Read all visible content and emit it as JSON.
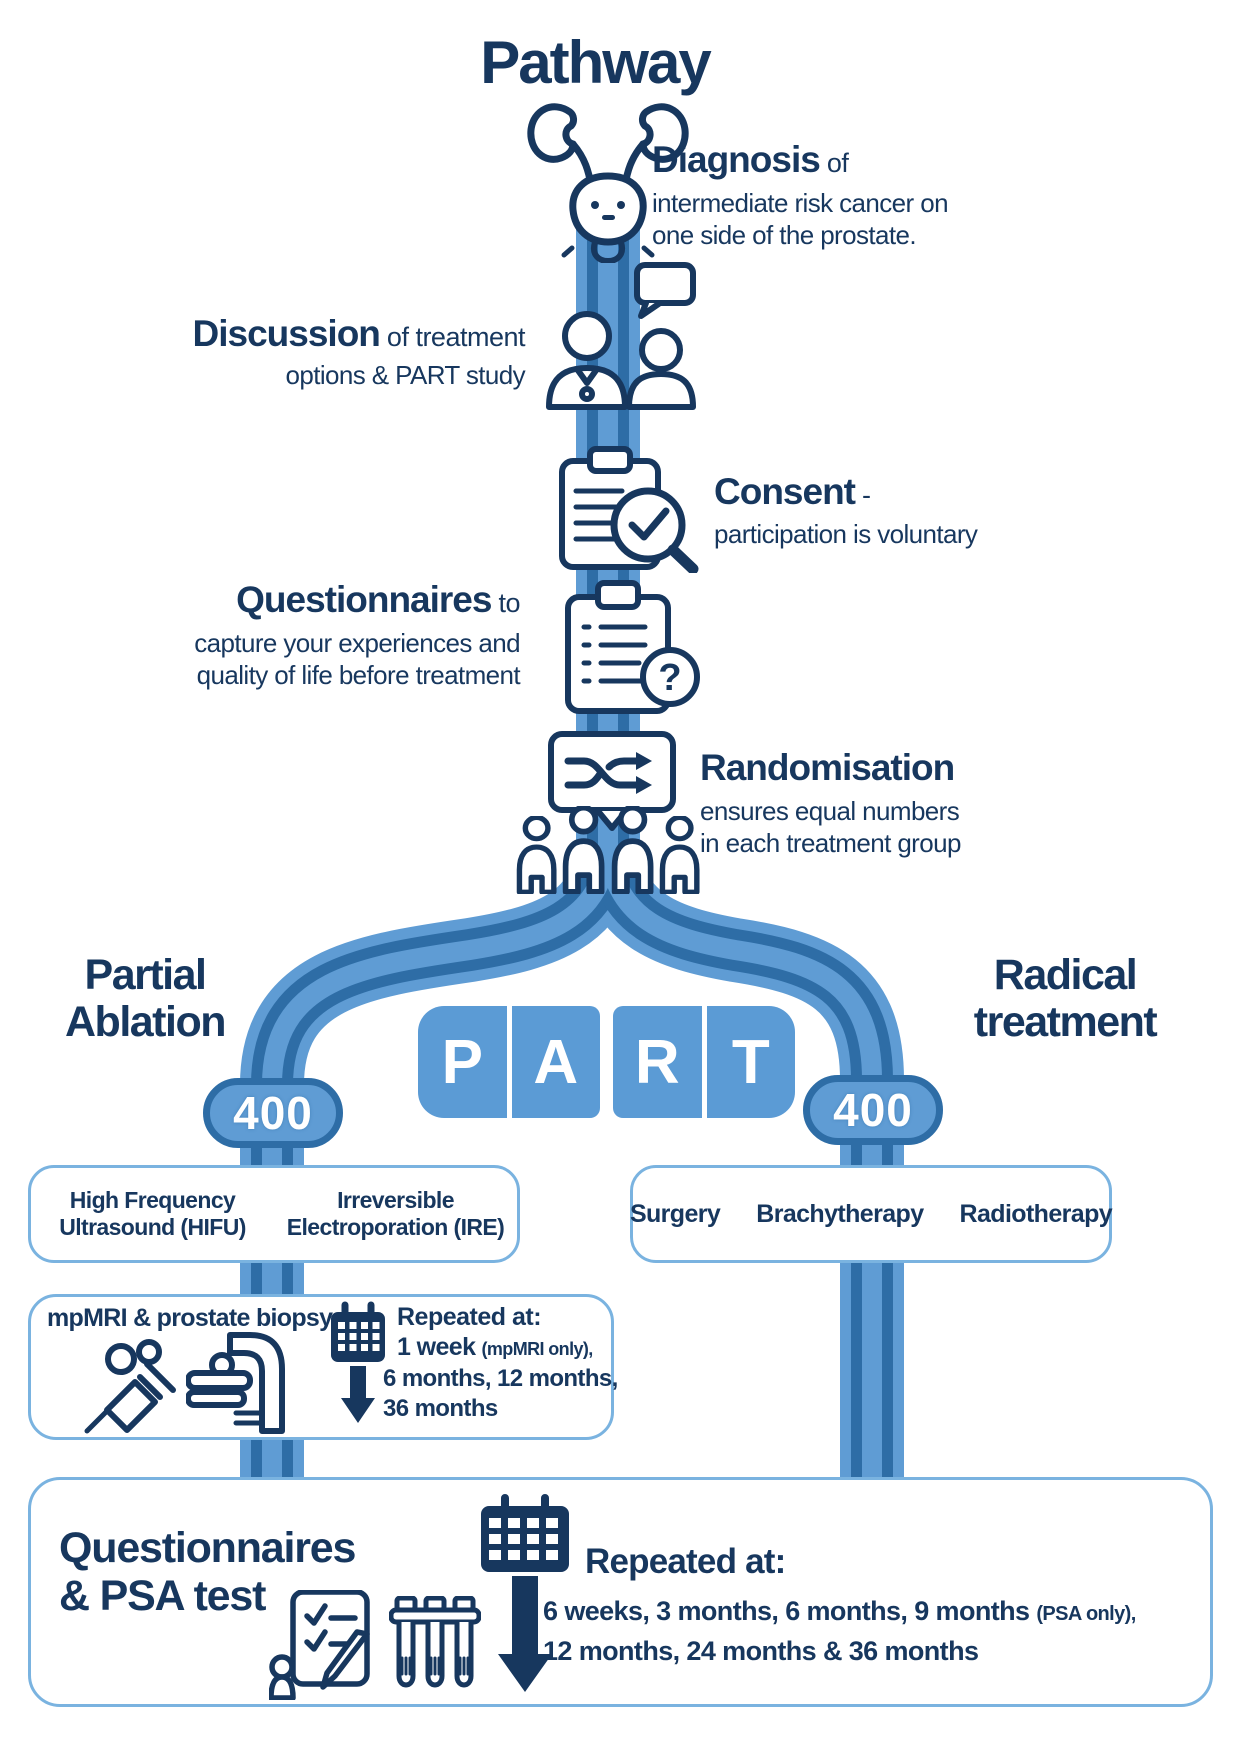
{
  "colors": {
    "navy": "#17375e",
    "river_light": "#5f9cd4",
    "river_dark": "#2e6da6",
    "logo_blue": "#5b9bd5",
    "box_border": "#7ab3e0"
  },
  "title": "Pathway",
  "steps": {
    "diagnosis": {
      "heading": "Diagnosis",
      "heading_suffix": " of",
      "line1": "intermediate risk cancer on",
      "line2": "one side of the prostate."
    },
    "discussion": {
      "heading": "Discussion",
      "heading_suffix": " of treatment",
      "line2": "options & PART study"
    },
    "consent": {
      "heading": "Consent",
      "heading_suffix": " -",
      "line2": "participation is voluntary"
    },
    "questionnaires": {
      "heading": "Questionnaires",
      "heading_suffix": " to",
      "line1": "capture your experiences and",
      "line2": "quality of life before treatment"
    },
    "randomisation": {
      "heading": "Randomisation",
      "line1": "ensures equal numbers",
      "line2": "in each treatment group"
    }
  },
  "logo": {
    "letters": [
      "P",
      "A",
      "R",
      "T"
    ]
  },
  "left_branch": {
    "label_line1": "Partial",
    "label_line2": "Ablation",
    "count": "400",
    "treatment1_line1": "High Frequency",
    "treatment1_line2": "Ultrasound (HIFU)",
    "treatment2_line1": "Irreversible",
    "treatment2_line2": "Electroporation (IRE)"
  },
  "right_branch": {
    "label_line1": "Radical",
    "label_line2": "treatment",
    "count": "400",
    "treatments": [
      "Surgery",
      "Brachytherapy",
      "Radiotherapy"
    ]
  },
  "mpmri_box": {
    "title": "mpMRI & prostate biopsy",
    "repeated_label": "Repeated at:",
    "schedule_line1_bold": "1 week",
    "schedule_line1_small": "(mpMRI only),",
    "schedule_line2": "6 months, 12 months,",
    "schedule_line3": "36 months"
  },
  "followup_box": {
    "title_line1": "Questionnaires",
    "title_line2": "& PSA test",
    "repeated_label": "Repeated at:",
    "schedule_line1": "6 weeks, 3 months, 6 months, 9 months",
    "schedule_line1_small": "(PSA only),",
    "schedule_line2": "12 months, 24 months & 36 months"
  }
}
